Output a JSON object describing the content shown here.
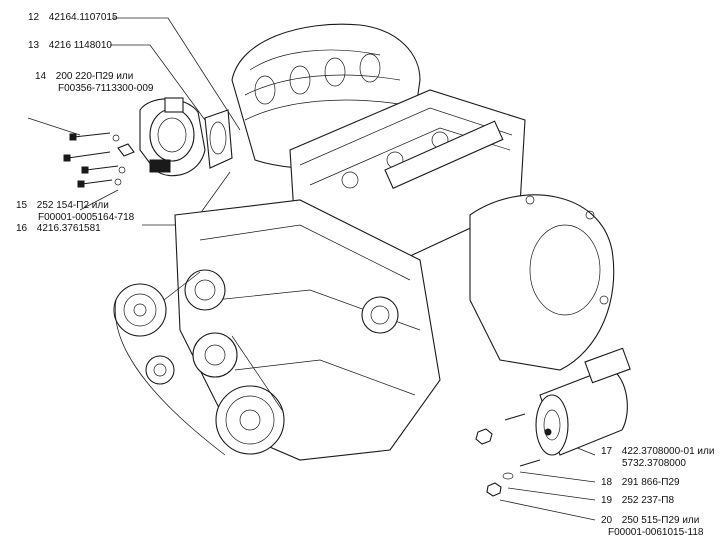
{
  "callouts": [
    {
      "num": "12",
      "code": "42164.1107015",
      "code2": ""
    },
    {
      "num": "13",
      "code": "4216 1148010",
      "code2": ""
    },
    {
      "num": "14",
      "code": "200 220-П29 или",
      "code2": "F00356-7113300-009"
    },
    {
      "num": "15",
      "code": "252 154-П2 или",
      "code2": "F00001-0005164-718"
    },
    {
      "num": "16",
      "code": "4216.3761581",
      "code2": ""
    },
    {
      "num": "17",
      "code": "422.3708000-01 или",
      "code2": "5732.3708000"
    },
    {
      "num": "18",
      "code": "291 866-П29",
      "code2": ""
    },
    {
      "num": "19",
      "code": "252 237-П8",
      "code2": ""
    },
    {
      "num": "20",
      "code": "250 515-П29 или",
      "code2": "F00001-0061015-118"
    }
  ]
}
